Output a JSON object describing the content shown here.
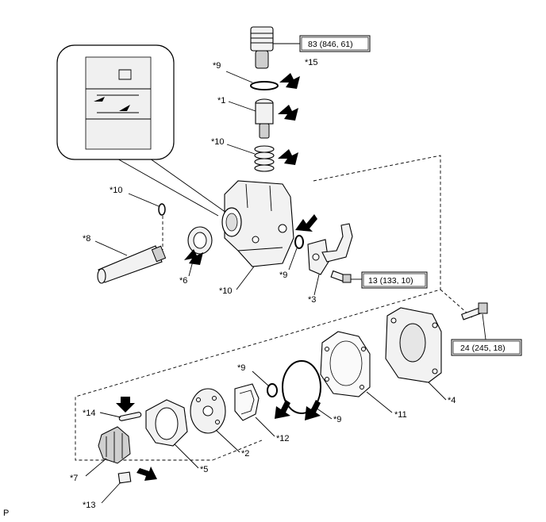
{
  "parts": {
    "p15": "*15",
    "p9_top": "*9",
    "p1": "*1",
    "p10_spring": "*10",
    "p10_ring": "*10",
    "p8": "*8",
    "p6": "*6",
    "p10_body": "*10",
    "p9_mid": "*9",
    "p3": "*3",
    "p4": "*4",
    "p9_low": "*9",
    "p9_oring": "*9",
    "p11": "*11",
    "p12": "*12",
    "p2": "*2",
    "p14": "*14",
    "p5": "*5",
    "p7": "*7",
    "p13": "*13"
  },
  "torque": {
    "t1": "83 (846, 61)",
    "t2": "13 (133, 10)",
    "t3": "24 (245, 18)"
  },
  "corner": "P",
  "icons": {
    "arrow": "apply-arrow-icon",
    "detail": "detail-magnifier-icon"
  }
}
